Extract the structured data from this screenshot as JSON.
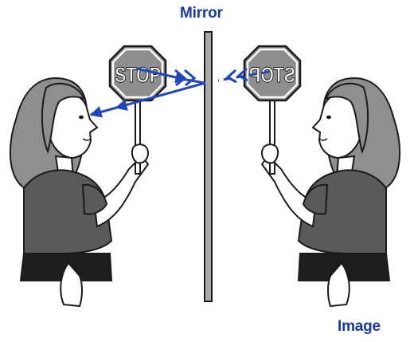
{
  "labels": {
    "mirror": "Mirror",
    "image": "Image"
  },
  "signs": {
    "real_text": "STOP",
    "reflected_text": "STOP"
  },
  "colors": {
    "label_blue": "#1a3a9e",
    "ray_blue": "#2146b8",
    "hair": "#8f8f8f",
    "skin": "#ffffff",
    "shirt": "#5a5a5a",
    "pants": "#1e1e1e",
    "sign_face": "#8e8e8e",
    "mirror_fill": "#a9a9a9",
    "outline": "#1a1a1a"
  }
}
